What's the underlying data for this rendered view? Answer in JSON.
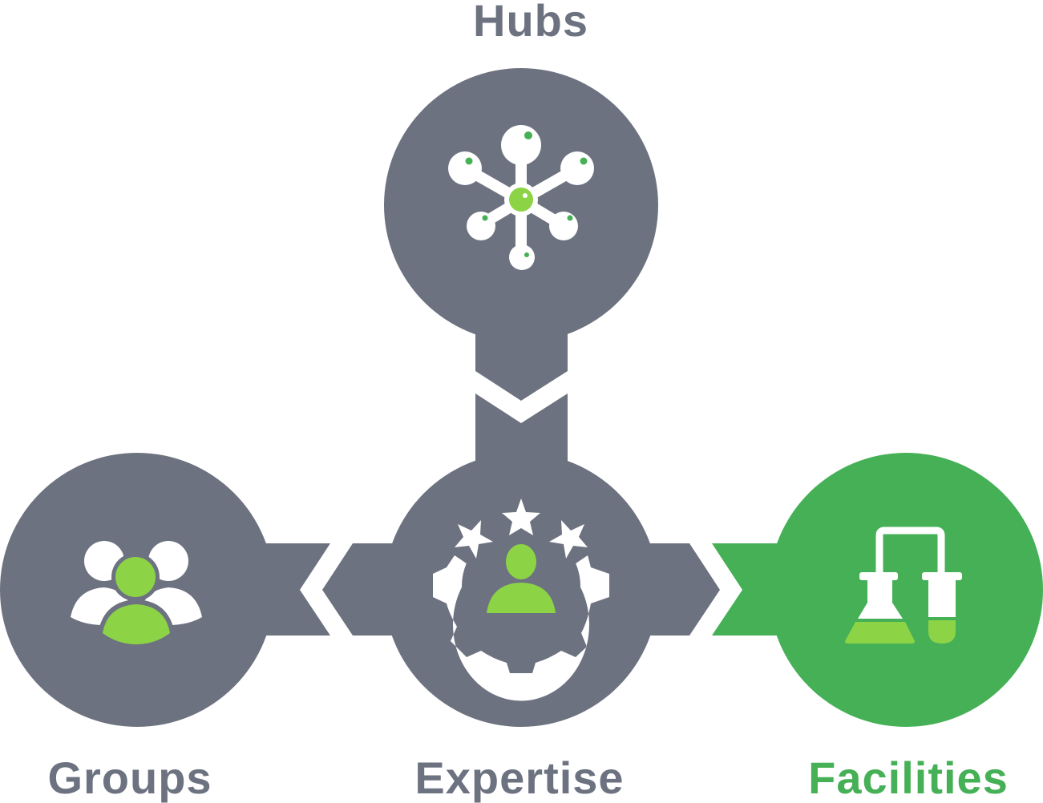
{
  "colors": {
    "gray": "#6d7280",
    "green": "#45b056",
    "light_green": "#8cd446",
    "white": "#ffffff"
  },
  "nodes": {
    "hubs": {
      "label": "Hubs",
      "icon": "network-icon"
    },
    "groups": {
      "label": "Groups",
      "icon": "people-group-icon"
    },
    "expertise": {
      "label": "Expertise",
      "icon": "gear-person-stars-icon"
    },
    "facilities": {
      "label": "Facilities",
      "icon": "lab-flasks-icon"
    }
  }
}
